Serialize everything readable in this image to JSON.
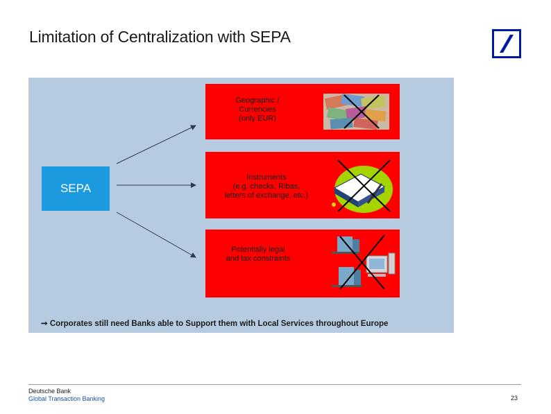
{
  "slide": {
    "title": "Limitation of Centralization with SEPA",
    "source_box": "SEPA",
    "constraints": [
      {
        "label_lines": [
          "Geographic /",
          "Currencies",
          "(only EUR)"
        ],
        "image": "banknotes-image"
      },
      {
        "label_lines": [
          "Instruments",
          "(e.g. checks, Ribas,",
          "letters of exchange, etc.)"
        ],
        "image": "checkbook-image"
      },
      {
        "label_lines": [
          "Potentially legal",
          "and tax constraints"
        ],
        "image": "office-buildings-image"
      }
    ],
    "conclusion": "Corporates still need Banks able to Support them with Local Services throughout Europe",
    "conclusion_icon": "arrow-right-icon"
  },
  "footer": {
    "bank": "Deutsche Bank",
    "unit": "Global Transaction Banking",
    "page": "23"
  },
  "colors": {
    "panel": "#b7cbe0",
    "sepa_box": "#1b9ae0",
    "constraint_box": "#ff0000",
    "logo_blue": "#0018a8",
    "footer_unit": "#1a4fa8"
  }
}
